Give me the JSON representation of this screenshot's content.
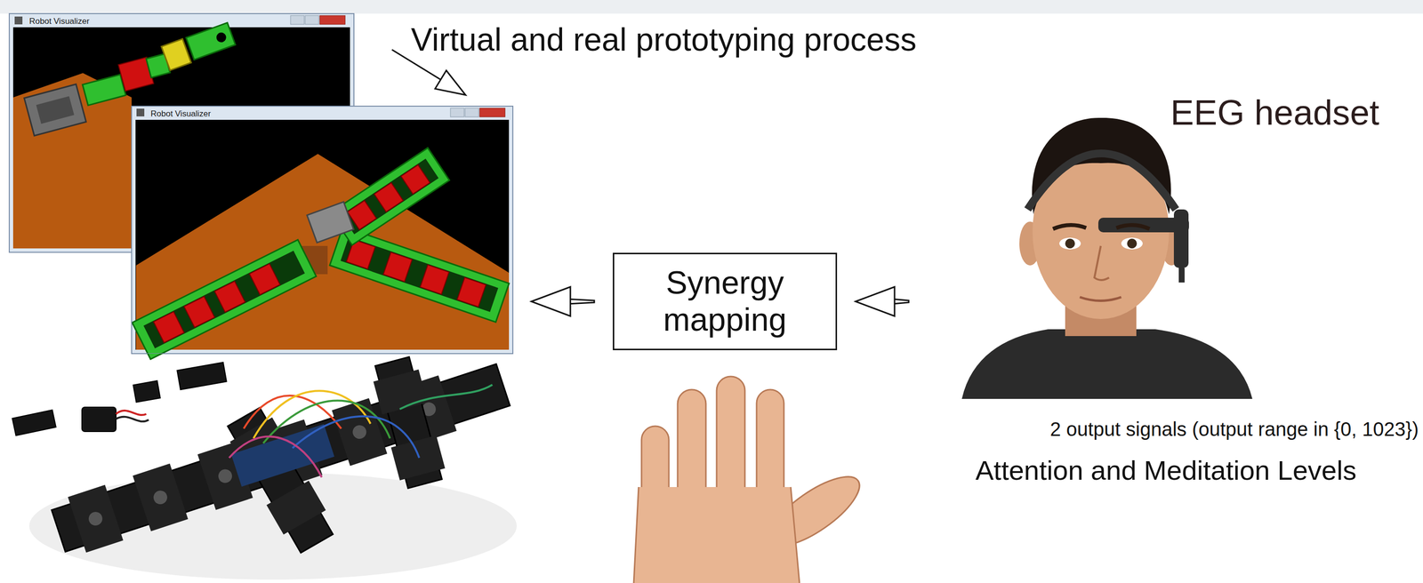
{
  "diagram": {
    "nodes": [
      {
        "text": [
          "Robot Visualizer"
        ]
      },
      {
        "text": [
          "Synergy mapping"
        ]
      },
      {
        "text": [
          "EEG headset"
        ]
      }
    ],
    "edges": [
      {
        "from": 2,
        "to": 1,
        "arrow": "to"
      },
      {
        "from": 1,
        "to": 0,
        "arrow": "to"
      }
    ],
    "labels": [
      "Robot Visualizer",
      "Virtual and real prototyping process",
      "2 output signals (output range in {0, 1023})",
      "Attention and Meditation Levels"
    ]
  }
}
